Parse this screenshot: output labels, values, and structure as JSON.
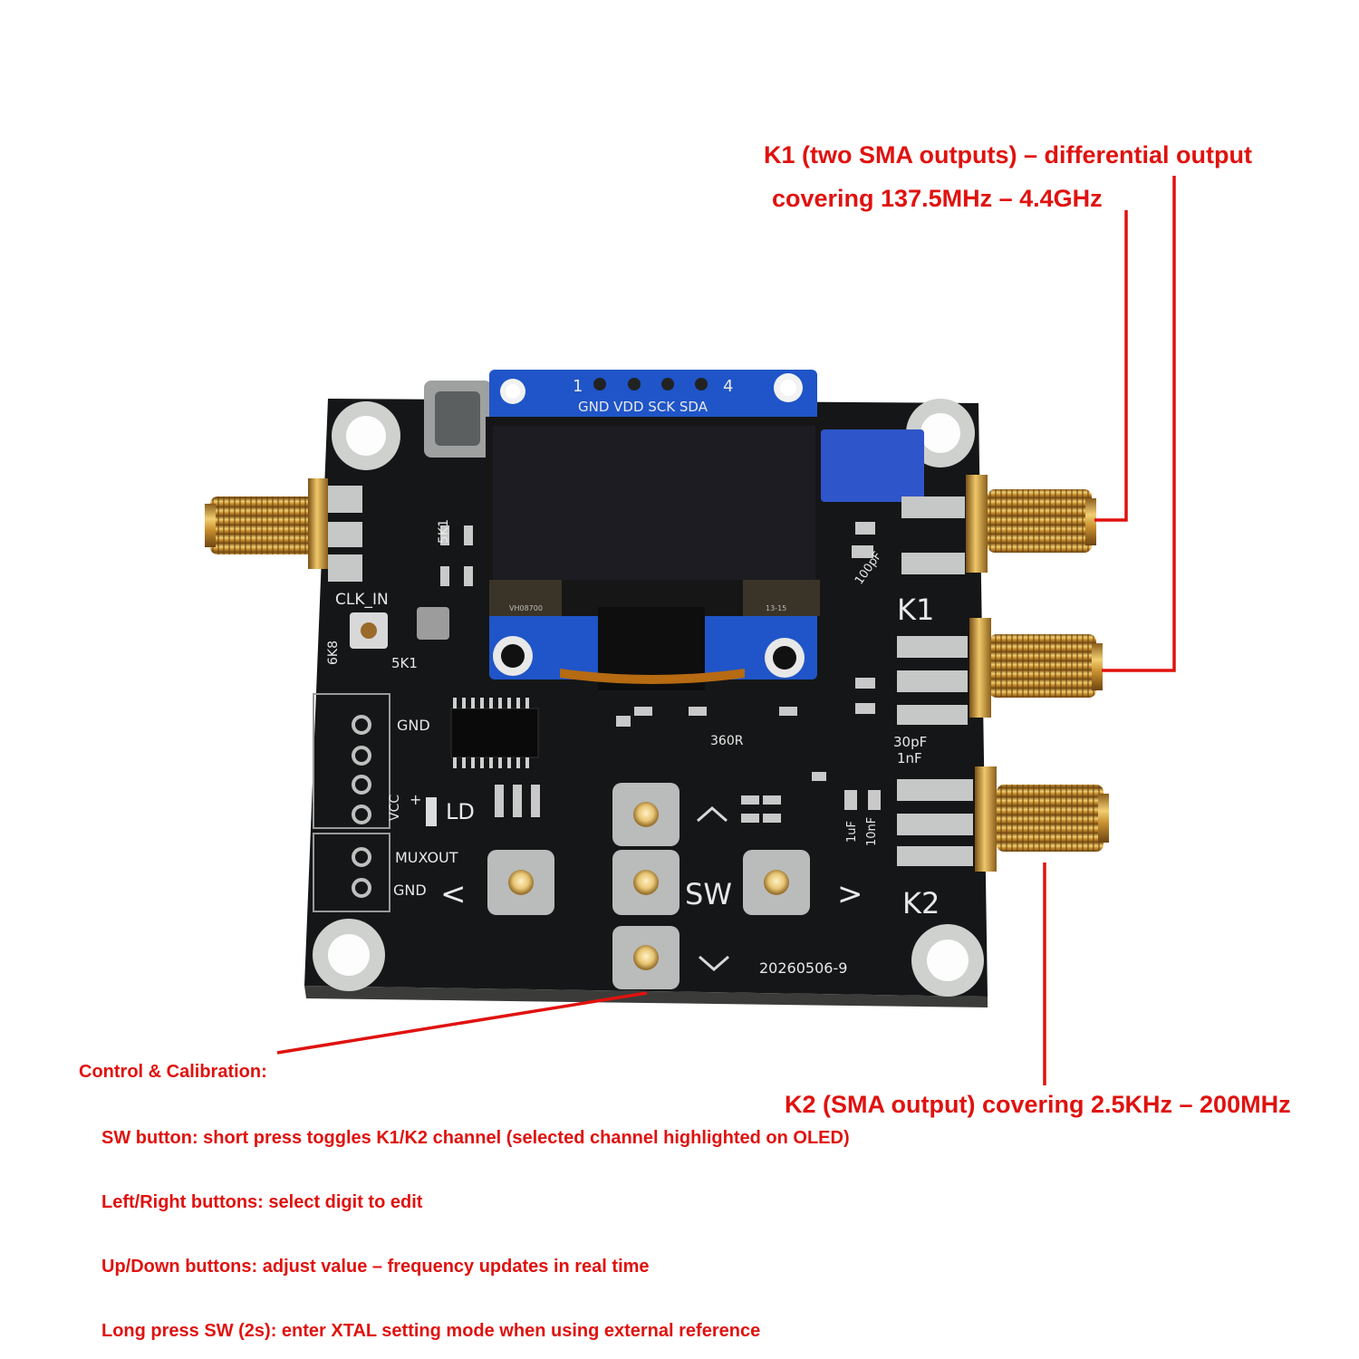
{
  "annotations": {
    "k1_line1": "K1 (two SMA outputs) – differential output",
    "k1_line2": "covering 137.5MHz – 4.4GHz",
    "k2": "K2 (SMA output) covering 2.5KHz – 200MHz"
  },
  "control": {
    "title": "Control & Calibration:",
    "items": [
      "SW button: short press toggles K1/K2 channel (selected channel highlighted on OLED)",
      "Left/Right buttons: select digit to edit",
      "Up/Down buttons: adjust value – frequency updates in real time",
      "Long press SW (2s): enter XTAL setting mode when using external reference"
    ]
  },
  "board": {
    "oled_pins": {
      "one": "1",
      "four": "4",
      "labels": "GND VDD SCK SDA"
    },
    "clk_in": "CLK_IN",
    "r_5k1_a": "5K1",
    "r_5k1_b": "5K1",
    "r_6k8": "6K8",
    "header_gnd_top": "GND",
    "header_vcc": "VCC",
    "header_muxout": "MUXOUT",
    "header_gnd_bottom": "GND",
    "led_plus": "+",
    "led_label": "LD",
    "sw_label": "SW",
    "left_arrow": "<",
    "right_arrow": ">",
    "k1_label": "K1",
    "k2_label": "K2",
    "cap_30pf": "30pF",
    "cap_1nf": "1nF",
    "cap_100pf": "100pF",
    "cap_1uf": "1uF",
    "cap_10nf": "10nF",
    "r_360r": "360R",
    "board_code": "20260506-9",
    "oled_code_left": "VH08700",
    "oled_code_right": "13-15"
  },
  "colors": {
    "annotation": "#e0120f",
    "pcb": "#141516",
    "oled_board": "#1f55c8",
    "sma_gold": "#d9a441"
  }
}
